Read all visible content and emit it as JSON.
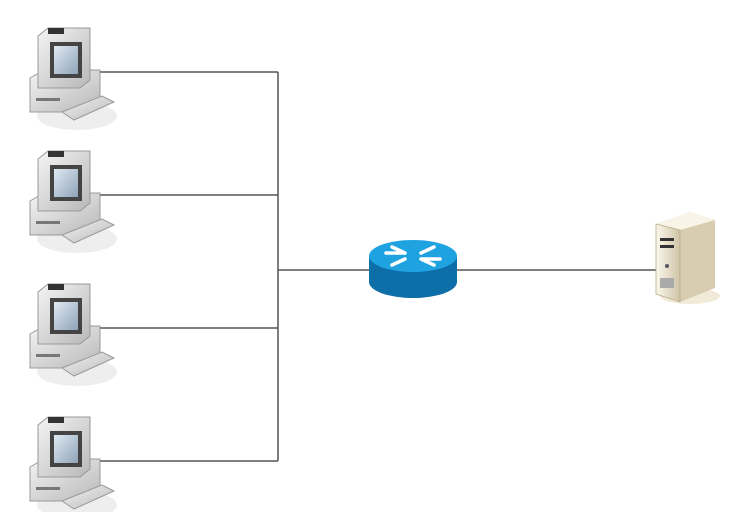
{
  "diagram": {
    "nodes": [
      {
        "id": "pc1",
        "icon": "desktop-computer-icon"
      },
      {
        "id": "pc2",
        "icon": "desktop-computer-icon"
      },
      {
        "id": "pc3",
        "icon": "desktop-computer-icon"
      },
      {
        "id": "pc4",
        "icon": "desktop-computer-icon"
      },
      {
        "id": "router",
        "icon": "router-icon",
        "color": "#1a9ad6"
      },
      {
        "id": "server",
        "icon": "tower-server-icon",
        "color": "#e8e0cc"
      }
    ],
    "edges": [
      [
        "pc1",
        "router"
      ],
      [
        "pc2",
        "router"
      ],
      [
        "pc3",
        "router"
      ],
      [
        "pc4",
        "router"
      ],
      [
        "router",
        "server"
      ]
    ],
    "line_color": "#555555"
  }
}
